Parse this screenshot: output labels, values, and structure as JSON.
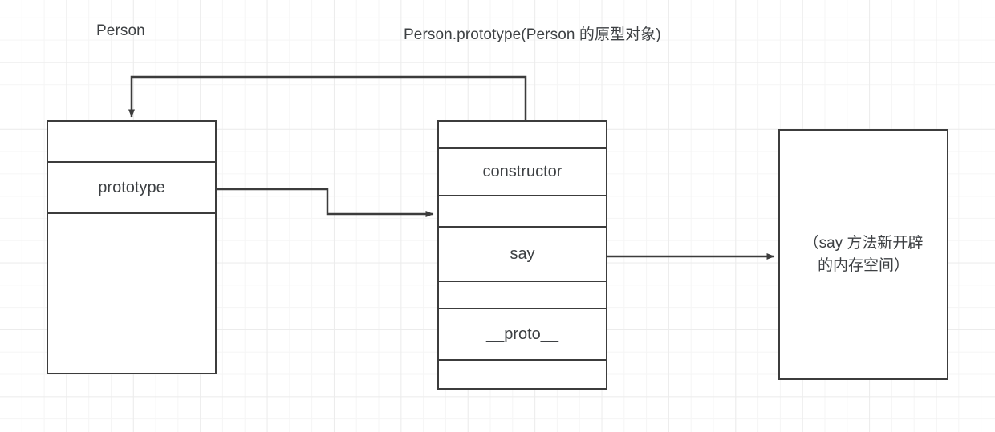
{
  "diagram": {
    "title_left": "Person",
    "title_right": "Person.prototype(Person 的原型对象)",
    "colors": {
      "stroke": "#3c3c3c",
      "text": "#3d4043",
      "grid_minor": "#f5f5f5",
      "grid_major": "#ececec",
      "background": "#ffffff"
    }
  },
  "person_box": {
    "name": "Person",
    "rows": [
      {
        "label": ""
      },
      {
        "label": "prototype"
      },
      {
        "label": ""
      }
    ]
  },
  "prototype_box": {
    "name": "Person.prototype",
    "rows": [
      {
        "label": ""
      },
      {
        "label": "constructor"
      },
      {
        "label": ""
      },
      {
        "label": "say"
      },
      {
        "label": ""
      },
      {
        "label": "__proto__"
      },
      {
        "label": ""
      }
    ]
  },
  "memory_box": {
    "text": "（say 方法新开辟\n的内存空间）"
  },
  "connectors": [
    {
      "id": "constructor-to-person",
      "from": "Person.prototype constructor row",
      "to": "Person box top",
      "arrowhead": "down"
    },
    {
      "id": "prototype-to-prototype-object",
      "from": "Person.prototype row",
      "to": "Person.prototype object",
      "arrowhead": "right"
    },
    {
      "id": "say-to-memory",
      "from": "say row",
      "to": "memory space box",
      "arrowhead": "right"
    }
  ]
}
